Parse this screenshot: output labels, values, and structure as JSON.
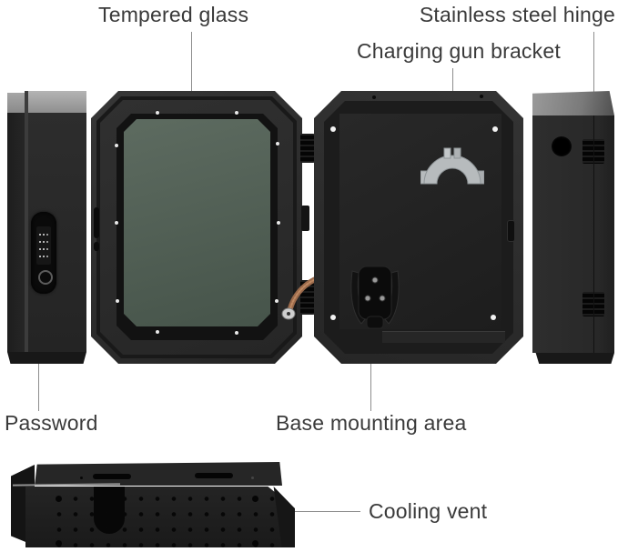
{
  "labels": {
    "tempered_glass": "Tempered glass",
    "stainless_steel_hinge": "Stainless steel hinge",
    "charging_gun_bracket": "Charging gun bracket",
    "password": "Password",
    "base_mounting_area": "Base mounting area",
    "cooling_vent": "Cooling vent"
  },
  "colors": {
    "label_text": "#3A3A3A",
    "callout_line": "#8D8D8D",
    "box_body_dark": "#2A2A2A",
    "top_cap_gray": "#A9A9A9",
    "glass_green": "#55645A",
    "bracket_gray": "#B7BBBD",
    "copper_wire": "#9B6A4B",
    "background": "#FFFFFF"
  }
}
